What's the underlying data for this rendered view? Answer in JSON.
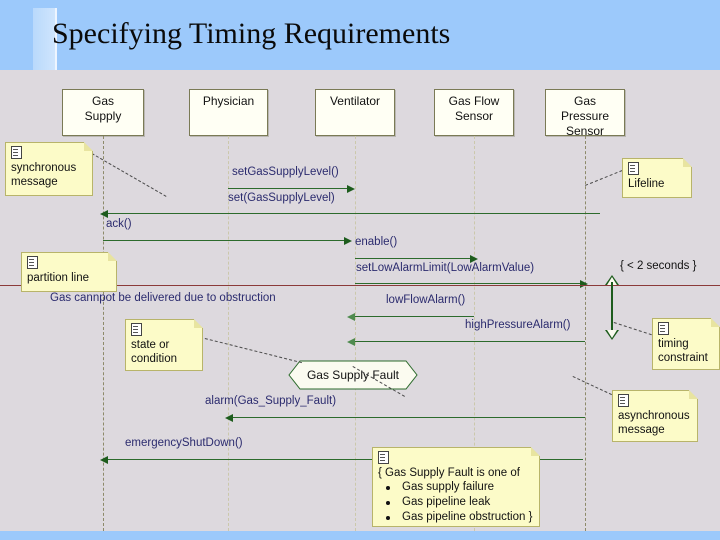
{
  "slide": {
    "title": "Specifying Timing Requirements",
    "header_color": "#9cc9fb",
    "canvas_color": "#ddd9de",
    "message_color": "#2c6b2c",
    "label_color": "#2b2b6e",
    "partition_color": "#8b3a3a",
    "note_color": "#fcfbc8"
  },
  "lifelines": [
    {
      "name": "gas-supply",
      "label": "Gas\nSupply"
    },
    {
      "name": "physician",
      "label": "Physician"
    },
    {
      "name": "ventilator",
      "label": "Ventilator"
    },
    {
      "name": "gas-flow-sensor",
      "label": "Gas Flow\nSensor"
    },
    {
      "name": "gas-pressure-sensor",
      "label": "Gas\nPressure\nSensor"
    }
  ],
  "messages": [
    {
      "name": "set-gas-supply-level",
      "label": "setGasSupplyLevel()"
    },
    {
      "name": "set-gas-supply-level-2",
      "label": "set(GasSupplyLevel)"
    },
    {
      "name": "ack",
      "label": "ack()"
    },
    {
      "name": "enable",
      "label": "enable()"
    },
    {
      "name": "set-low-alarm-limit",
      "label": "setLowAlarmLimit(LowAlarmValue)"
    },
    {
      "name": "low-flow-alarm",
      "label": "lowFlowAlarm()"
    },
    {
      "name": "high-pressure-alarm",
      "label": "highPressureAlarm()"
    },
    {
      "name": "alarm-gas-supply-fault",
      "label": "alarm(Gas_Supply_Fault)"
    },
    {
      "name": "emergency-shut-down",
      "label": "emergencyShutDown()"
    }
  ],
  "notes": {
    "synchronous": "synchronous\nmessage",
    "lifeline": "Lifeline",
    "partition": "partition line",
    "state": "state or\ncondition",
    "timing": "timing\nconstraint",
    "asynchronous": "asynchronous\nmessage"
  },
  "partition": {
    "text": "Gas cannpot be delivered due to obstruction"
  },
  "timing_constraint": {
    "label": "{ < 2 seconds }"
  },
  "state_node": {
    "label": "Gas Supply Fault"
  },
  "fault_note": {
    "header": "{ Gas Supply Fault is one of",
    "items": [
      "Gas supply failure",
      "Gas pipeline leak",
      "Gas pipeline obstruction }"
    ]
  }
}
